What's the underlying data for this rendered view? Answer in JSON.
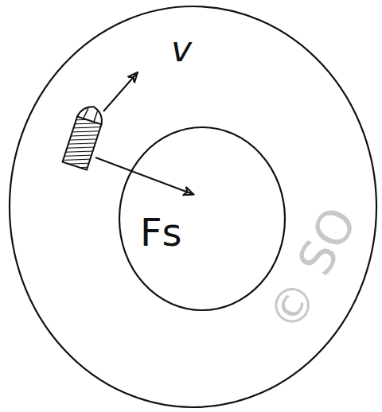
{
  "diagram": {
    "nodes": [
      {
        "text": [
          "v"
        ]
      },
      {
        "text": [
          "Fs"
        ],
        "in": 0
      }
    ],
    "labels": [
      "© SO"
    ]
  }
}
